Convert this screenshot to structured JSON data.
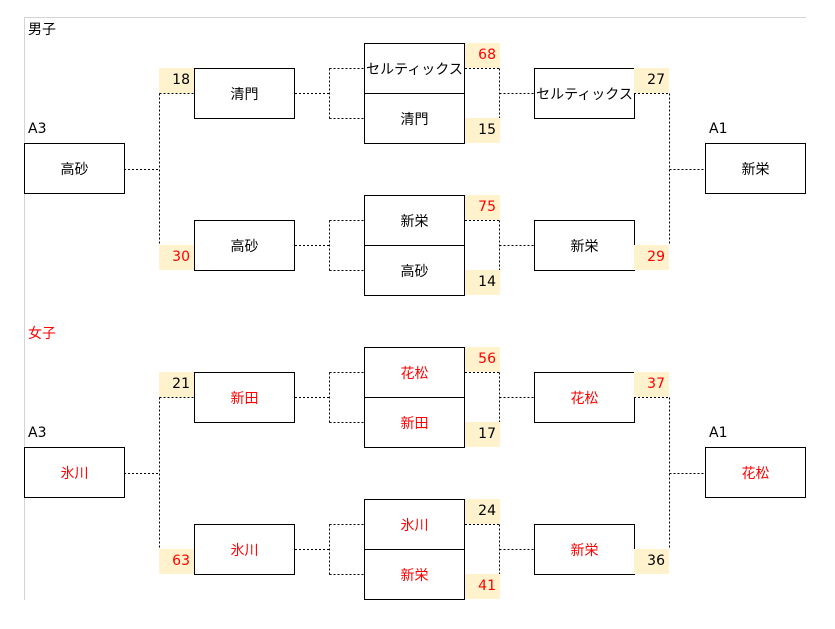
{
  "sections": [
    {
      "title": "男子",
      "title_color": "#000000",
      "name_color": "#000000",
      "left_seed": "A3",
      "left_team": "高砂",
      "r2_top": "清門",
      "r2_top_score": "18",
      "r2_top_score_red": false,
      "r2_bot": "高砂",
      "r2_bot_score": "30",
      "r2_bot_score_red": true,
      "m1_top": "セルティックス",
      "m1_top_score": "68",
      "m1_top_score_red": true,
      "m1_bot": "清門",
      "m1_bot_score": "15",
      "m1_bot_score_red": false,
      "m2_top": "新栄",
      "m2_top_score": "75",
      "m2_top_score_red": true,
      "m2_bot": "高砂",
      "m2_bot_score": "14",
      "m2_bot_score_red": false,
      "r3_top": "セルティックス",
      "r3_top_score": "27",
      "r3_top_score_red": false,
      "r3_bot": "新栄",
      "r3_bot_score": "29",
      "r3_bot_score_red": true,
      "right_seed": "A1",
      "right_team": "新栄"
    },
    {
      "title": "女子",
      "title_color": "#ff0000",
      "name_color": "#ff0000",
      "left_seed": "A3",
      "left_team": "氷川",
      "r2_top": "新田",
      "r2_top_score": "21",
      "r2_top_score_red": false,
      "r2_bot": "氷川",
      "r2_bot_score": "63",
      "r2_bot_score_red": true,
      "m1_top": "花松",
      "m1_top_score": "56",
      "m1_top_score_red": true,
      "m1_bot": "新田",
      "m1_bot_score": "17",
      "m1_bot_score_red": false,
      "m2_top": "氷川",
      "m2_top_score": "24",
      "m2_top_score_red": false,
      "m2_bot": "新栄",
      "m2_bot_score": "41",
      "m2_bot_score_red": true,
      "r3_top": "花松",
      "r3_top_score": "37",
      "r3_top_score_red": true,
      "r3_bot": "新栄",
      "r3_bot_score": "36",
      "r3_bot_score_red": false,
      "right_seed": "A1",
      "right_team": "花松"
    }
  ]
}
